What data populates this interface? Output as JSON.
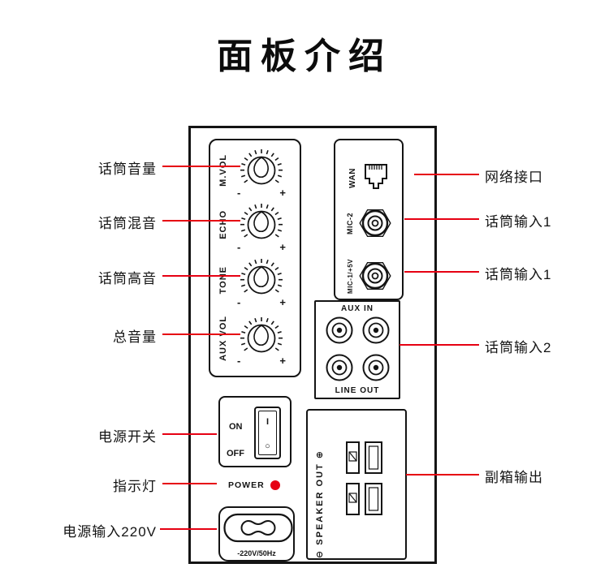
{
  "title": "面板介绍",
  "colors": {
    "callout_line": "#e60012",
    "led": "#e60012",
    "panel_outline": "#141414",
    "background": "#ffffff"
  },
  "panel": {
    "knob_minus": "-",
    "knob_plus": "+",
    "knobs": [
      {
        "label": "M.VOL"
      },
      {
        "label": "ECHO"
      },
      {
        "label": "TONE"
      },
      {
        "label": "AUX VOL"
      }
    ],
    "connectors": {
      "wan_label": "WAN",
      "mic2_label": "MIC-2",
      "mic1_label": "MIC-1/+5V"
    },
    "aux": {
      "top_label": "AUX IN",
      "bottom_label": "LINE OUT"
    },
    "power": {
      "on_label": "ON",
      "off_label": "OFF",
      "rocker_top": "I",
      "rocker_bottom": "○",
      "indicator_label": "POWER",
      "ac_rating": "-220V/50Hz"
    },
    "speaker": {
      "label": "⊖ SPEAKER OUT ⊕"
    }
  },
  "callouts": {
    "left": [
      "话筒音量",
      "话筒混音",
      "话筒高音",
      "总音量",
      "电源开关",
      "指示灯",
      "电源输入220V"
    ],
    "right": [
      "网络接口",
      "话筒输入1",
      "话筒输入1",
      "话筒输入2",
      "副箱输出"
    ]
  },
  "icons": {
    "knob": "rotary-knob-icon",
    "wan": "rj45-port-icon",
    "mic": "quarter-inch-jack-icon",
    "rca": "rca-jack-icon",
    "rocker": "rocker-switch-icon",
    "led": "power-led-icon",
    "ac": "figure8-ac-inlet-icon",
    "terminal": "speaker-terminal-icon"
  }
}
